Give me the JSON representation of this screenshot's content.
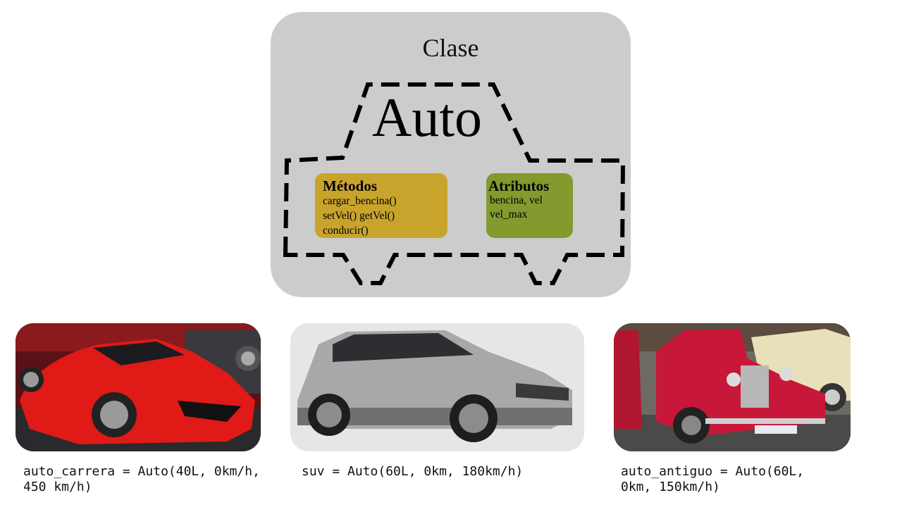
{
  "class_box": {
    "title": "Clase"
  },
  "class_name": "Auto",
  "methods": {
    "heading": "Métodos",
    "items": [
      "cargar_bencina()",
      "setVel() getVel()",
      "conducir()"
    ]
  },
  "attributes": {
    "heading": "Atributos",
    "items": [
      "bencina, vel",
      "vel_max"
    ]
  },
  "instances": [
    {
      "image": "red sports car",
      "code_line1": "auto_carrera = Auto(40L, 0km/h,",
      "code_line2": "450 km/h)"
    },
    {
      "image": "silver SUV",
      "code_line1": "suv = Auto(60L, 0km, 180km/h)",
      "code_line2": ""
    },
    {
      "image": "red antique car",
      "code_line1": "auto_antiguo = Auto(60L,",
      "code_line2": "0km, 150km/h)"
    }
  ],
  "colors": {
    "class_bg": "#cccccc",
    "methods_bg": "#c9a42d",
    "attributes_bg": "#829a2e"
  }
}
